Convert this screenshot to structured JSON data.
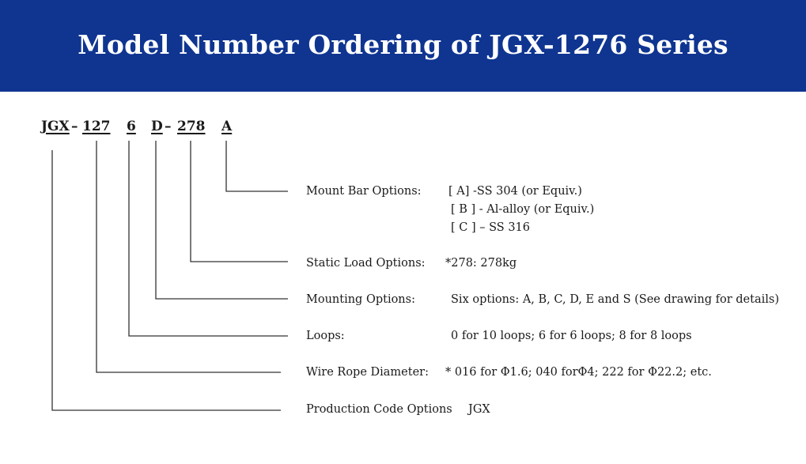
{
  "header": {
    "title": "Model Number Ordering of JGX-1276 Series",
    "background": "#0f3591"
  },
  "code": {
    "prefix": "JGX",
    "dash1": "–",
    "diameter": "127",
    "loops": "6",
    "mounting": "D",
    "dash2": "–",
    "load": "278",
    "mount_bar": "A"
  },
  "options": {
    "mount_bar": {
      "label": "Mount Bar Options:",
      "values": [
        "[ A] -SS 304 (or Equiv.)",
        "[ B ] - Al-alloy (or Equiv.)",
        "[ C ] – SS 316"
      ]
    },
    "static_load": {
      "label": "Static Load Options:",
      "value": "*278: 278kg"
    },
    "mounting": {
      "label": "Mounting Options:",
      "value": "Six options: A, B, C, D, E and S (See drawing for details)"
    },
    "loops": {
      "label": "Loops:",
      "value": "0 for 10 loops; 6 for 6 loops; 8 for 8 loops"
    },
    "wire_rope": {
      "label": "Wire Rope Diameter:",
      "value": "* 016 for Φ1.6; 040 forΦ4; 222 for Φ22.2; etc."
    },
    "production": {
      "label": "Production Code Options",
      "value": "JGX"
    }
  }
}
